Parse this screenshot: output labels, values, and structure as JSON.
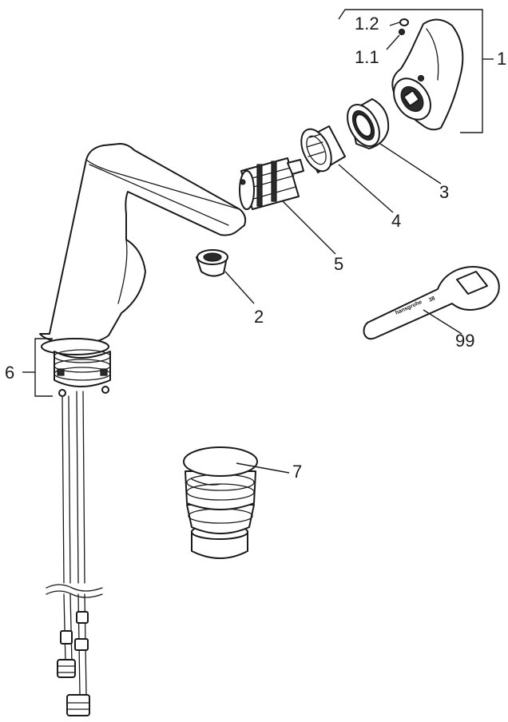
{
  "callouts": {
    "c1": "1",
    "c1_1": "1.1",
    "c1_2": "1.2",
    "c2": "2",
    "c3": "3",
    "c4": "4",
    "c5": "5",
    "c6": "6",
    "c7": "7",
    "c99": "99"
  },
  "tool": {
    "brand": "hansgrohe",
    "number": "38"
  }
}
